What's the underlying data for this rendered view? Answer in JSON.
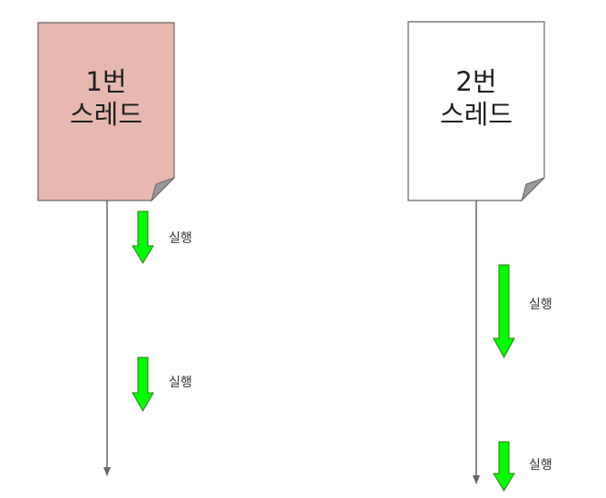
{
  "threads": [
    {
      "number_label": "1번",
      "name_label": "스레드",
      "fill": "#e6b8af",
      "steps": [
        "실행",
        "실행"
      ]
    },
    {
      "number_label": "2번",
      "name_label": "스레드",
      "fill": "#ffffff",
      "steps": [
        "실행",
        "실행"
      ]
    }
  ],
  "colors": {
    "doc_stroke": "#666666",
    "fold_fill": "#999999",
    "timeline": "#666666",
    "step_arrow_fill": "#00ff00",
    "step_arrow_stroke": "#38761d"
  }
}
